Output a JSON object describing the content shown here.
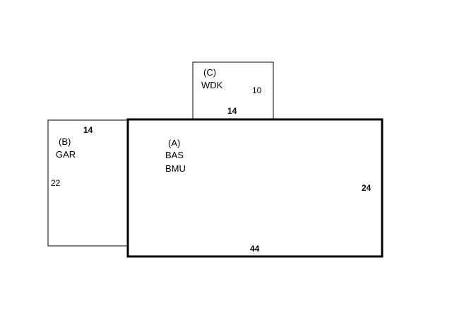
{
  "sections": {
    "A": {
      "id_label": "(A)",
      "code1": "BAS",
      "code2": "BMU",
      "width_label": "44",
      "depth_label": "24"
    },
    "B": {
      "id_label": "(B)",
      "code": "GAR",
      "width_label": "14",
      "depth_label": "22"
    },
    "C": {
      "id_label": "(C)",
      "code": "WDK",
      "width_label": "14",
      "depth_label": "10"
    }
  },
  "colors": {
    "line": "#000000",
    "background": "#ffffff"
  }
}
